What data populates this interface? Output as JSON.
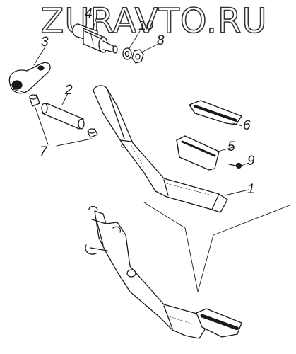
{
  "watermark": {
    "text": "ZURAVTO.RU"
  },
  "callouts": {
    "c1": "1",
    "c2": "2",
    "c3": "3",
    "c4": "4",
    "c5": "5",
    "c6": "6",
    "c7": "7",
    "c8": "8",
    "c9": "9",
    "c10": "10"
  },
  "colors": {
    "ink": "#1a1a1a",
    "watermark": "#ffffff",
    "background": "#ffffff"
  }
}
